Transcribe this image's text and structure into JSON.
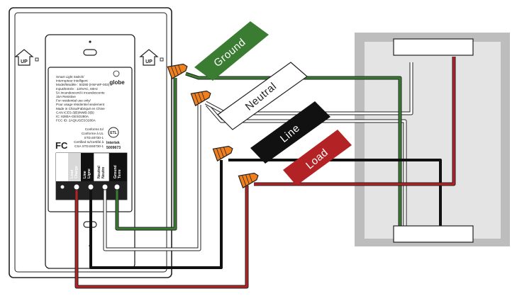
{
  "up_label": "UP",
  "switch": {
    "label_lines": [
      "Smart Light Switch/",
      "Interrupteur Intelligent",
      "Model/Modèle : 50280 (HW-WF-003)",
      "Input/Entrée : 120VAC, 60Hz",
      "5A incandescent/A incandescente",
      "15A Resistive",
      "For residential use only/",
      "Pour usage résidentiel seulement",
      "Made in China/Fabriqué en Chine",
      "CAN ICES-3(B)/NMB-3(B)",
      "IC: 8280A-GESO280A",
      "FCC ID: 2AQIUGESO280A"
    ],
    "globe_text": "globe",
    "conformity_lines": [
      "Conforms to/",
      "Conforme à UL",
      "STD.60730-1",
      "Certified to/Certifié à",
      "CSA STD.E60730-1"
    ],
    "intertek_text": "Intertek",
    "intertek_number": "5009673",
    "fc_text": "FC",
    "etl_text": "ETL",
    "terminals": [
      {
        "l1": "Load",
        "l2": "Charge"
      },
      {
        "l1": "Line",
        "l2": "Ligne"
      },
      {
        "l1": "Neutral",
        "l2": "Neutre"
      },
      {
        "l1": "Ground",
        "l2": "Terre"
      }
    ]
  },
  "wire_labels": {
    "ground": "Ground",
    "neutral": "Neutral",
    "line": "Line",
    "load": "Load"
  },
  "colors": {
    "ground": "#3a7d32",
    "neutral": "#ffffff",
    "line": "#111111",
    "load": "#b32225",
    "wirenut": "#f07f1e",
    "box_outer": "#bdbdbd",
    "box_inner": "#e4e4e4"
  }
}
